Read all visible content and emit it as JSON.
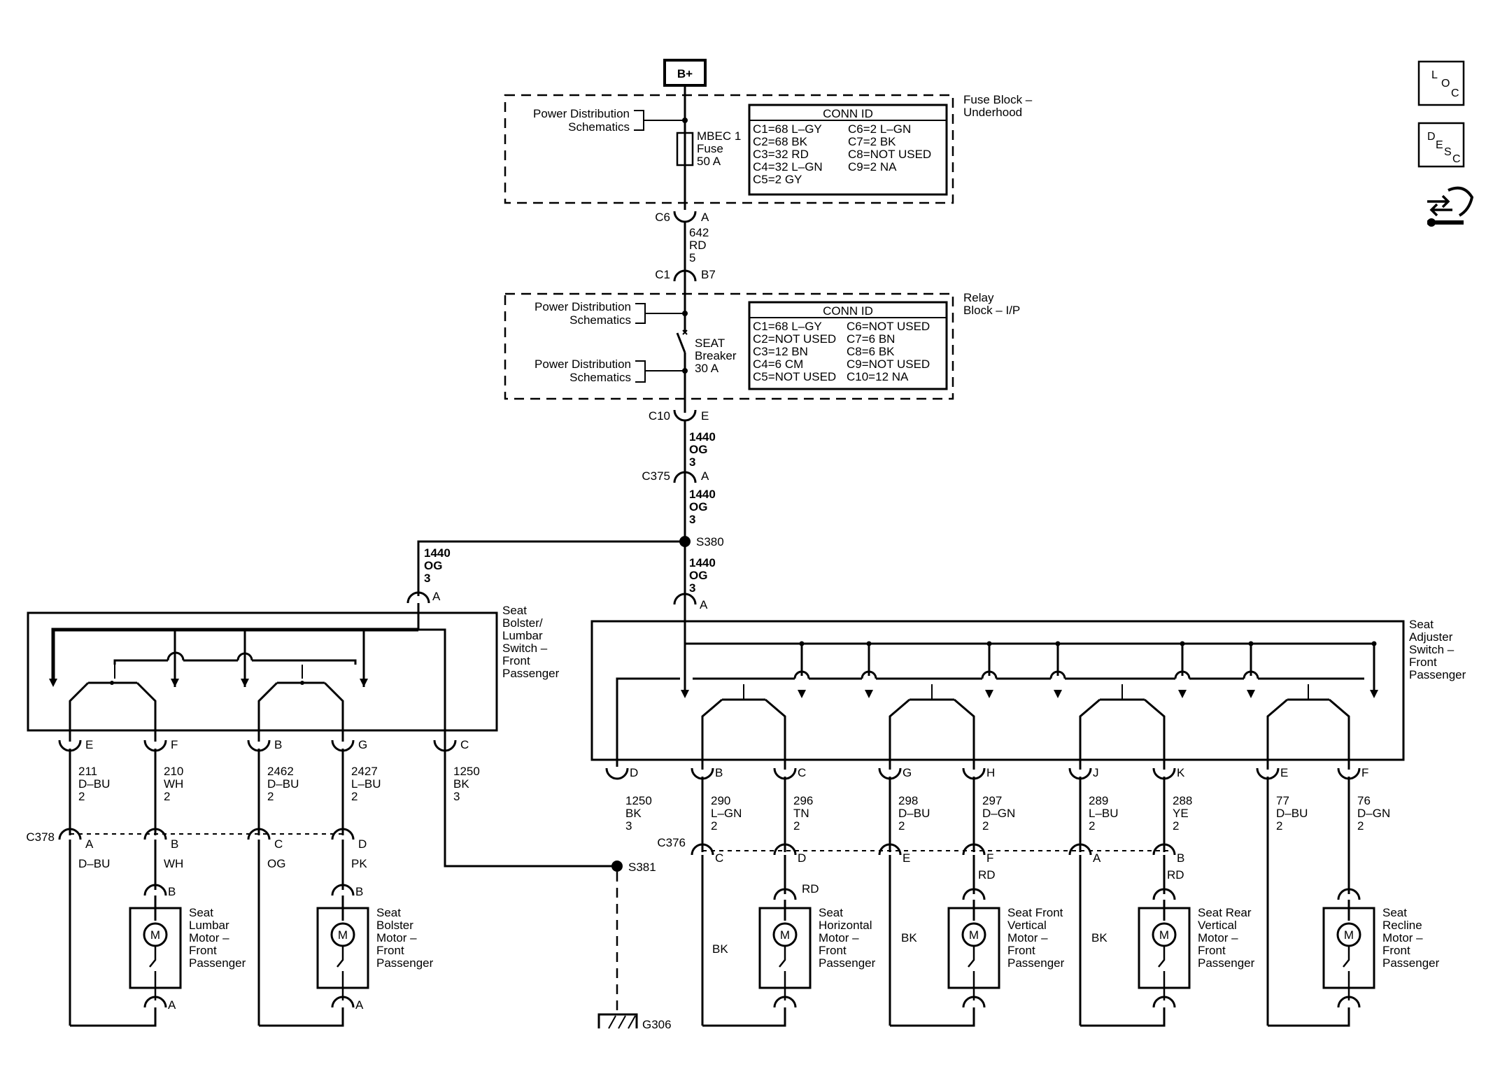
{
  "top": {
    "battery": "B+",
    "fuse_block": {
      "title": [
        "Fuse Block –",
        "Underhood"
      ],
      "ref": [
        "Power Distribution",
        "Schematics"
      ],
      "fuse": [
        "MBEC 1",
        "Fuse",
        "50 A"
      ],
      "conn_id_title": "CONN ID",
      "conn_id_left": [
        "C1=68 L–GY",
        "C2=68 BK",
        "C3=32 RD",
        "C4=32 L–GN",
        "C5=2 GY"
      ],
      "conn_id_right": [
        "C6=2 L–GN",
        "C7=2 BK",
        "C8=NOT USED",
        "C9=2 NA"
      ]
    },
    "c6": {
      "conn": "C6",
      "pin": "A"
    },
    "wire_642": [
      "642",
      "RD",
      "5"
    ],
    "c1": {
      "conn": "C1",
      "pin": "B7"
    },
    "relay_block": {
      "title": [
        "Relay",
        "Block – I/P"
      ],
      "ref1": [
        "Power Distribution",
        "Schematics"
      ],
      "ref2": [
        "Power Distribution",
        "Schematics"
      ],
      "breaker": [
        "SEAT",
        "Breaker",
        "30 A"
      ],
      "conn_id_title": "CONN ID",
      "conn_id_left": [
        "C1=68 L–GY",
        "C2=NOT USED",
        "C3=12 BN",
        "C4=6 CM",
        "C5=NOT USED"
      ],
      "conn_id_right": [
        "C6=NOT USED",
        "C7=6 BN",
        "C8=6 BK",
        "C9=NOT USED",
        "C10=12 NA"
      ]
    },
    "c10": {
      "conn": "C10",
      "pin": "E"
    },
    "wire_1440a": [
      "1440",
      "OG",
      "3"
    ],
    "c375": {
      "conn": "C375",
      "pin": "A"
    },
    "wire_1440b": [
      "1440",
      "OG",
      "3"
    ],
    "s380": "S380",
    "wire_1440c": [
      "1440",
      "OG",
      "3"
    ],
    "wire_1440d": [
      "1440",
      "OG",
      "3"
    ]
  },
  "lumbar_switch": {
    "title": [
      "Seat",
      "Bolster/",
      "Lumbar",
      "Switch –",
      "Front",
      "Passenger"
    ],
    "power_pin": "A",
    "pins": [
      "E",
      "F",
      "B",
      "G",
      "C"
    ],
    "wires": [
      [
        "211",
        "D–BU",
        "2"
      ],
      [
        "210",
        "WH",
        "2"
      ],
      [
        "2462",
        "D–BU",
        "2"
      ],
      [
        "2427",
        "L–BU",
        "2"
      ],
      [
        "1250",
        "BK",
        "3"
      ]
    ]
  },
  "c378": {
    "conn": "C378",
    "pins": [
      "A",
      "B",
      "C",
      "D"
    ],
    "colors": [
      "D–BU",
      "WH",
      "OG",
      "PK"
    ]
  },
  "left_motors": [
    {
      "title": [
        "Seat",
        "Lumbar",
        "Motor –",
        "Front",
        "Passenger"
      ],
      "pin_top": "B",
      "pin_bottom": "A",
      "symbol": "M"
    },
    {
      "title": [
        "Seat",
        "Bolster",
        "Motor –",
        "Front",
        "Passenger"
      ],
      "pin_top": "B",
      "pin_bottom": "A",
      "symbol": "M"
    }
  ],
  "adjuster_switch": {
    "title": [
      "Seat",
      "Adjuster",
      "Switch –",
      "Front",
      "Passenger"
    ],
    "power_pin": "A",
    "pins": [
      "D",
      "B",
      "C",
      "G",
      "H",
      "J",
      "K",
      "E",
      "F"
    ],
    "wires": [
      [
        "1250",
        "BK",
        "3"
      ],
      [
        "290",
        "L–GN",
        "2"
      ],
      [
        "296",
        "TN",
        "2"
      ],
      [
        "298",
        "D–BU",
        "2"
      ],
      [
        "297",
        "D–GN",
        "2"
      ],
      [
        "289",
        "L–BU",
        "2"
      ],
      [
        "288",
        "YE",
        "2"
      ],
      [
        "77",
        "D–BU",
        "2"
      ],
      [
        "76",
        "D–GN",
        "2"
      ]
    ]
  },
  "s381": "S381",
  "ground": "G306",
  "c376": {
    "conn": "C376",
    "pins": [
      "C",
      "D",
      "E",
      "F",
      "A",
      "B"
    ],
    "colors": [
      "RD",
      "RD",
      "RD",
      "BK",
      "BK",
      "BK"
    ]
  },
  "right_motors": [
    {
      "title": [
        "Seat",
        "Horizontal",
        "Motor –",
        "Front",
        "Passenger"
      ],
      "symbol": "M"
    },
    {
      "title": [
        "Seat Front",
        "Vertical",
        "Motor –",
        "Front",
        "Passenger"
      ],
      "symbol": "M"
    },
    {
      "title": [
        "Seat Rear",
        "Vertical",
        "Motor –",
        "Front",
        "Passenger"
      ],
      "symbol": "M"
    },
    {
      "title": [
        "Seat",
        "Recline",
        "Motor –",
        "Front",
        "Passenger"
      ],
      "symbol": "M"
    }
  ],
  "side_icons": {
    "loc": [
      "L",
      "O",
      "C"
    ],
    "desc": [
      "D",
      "E",
      "S",
      "C"
    ],
    "tool_icon": "connector-tool-icon"
  }
}
